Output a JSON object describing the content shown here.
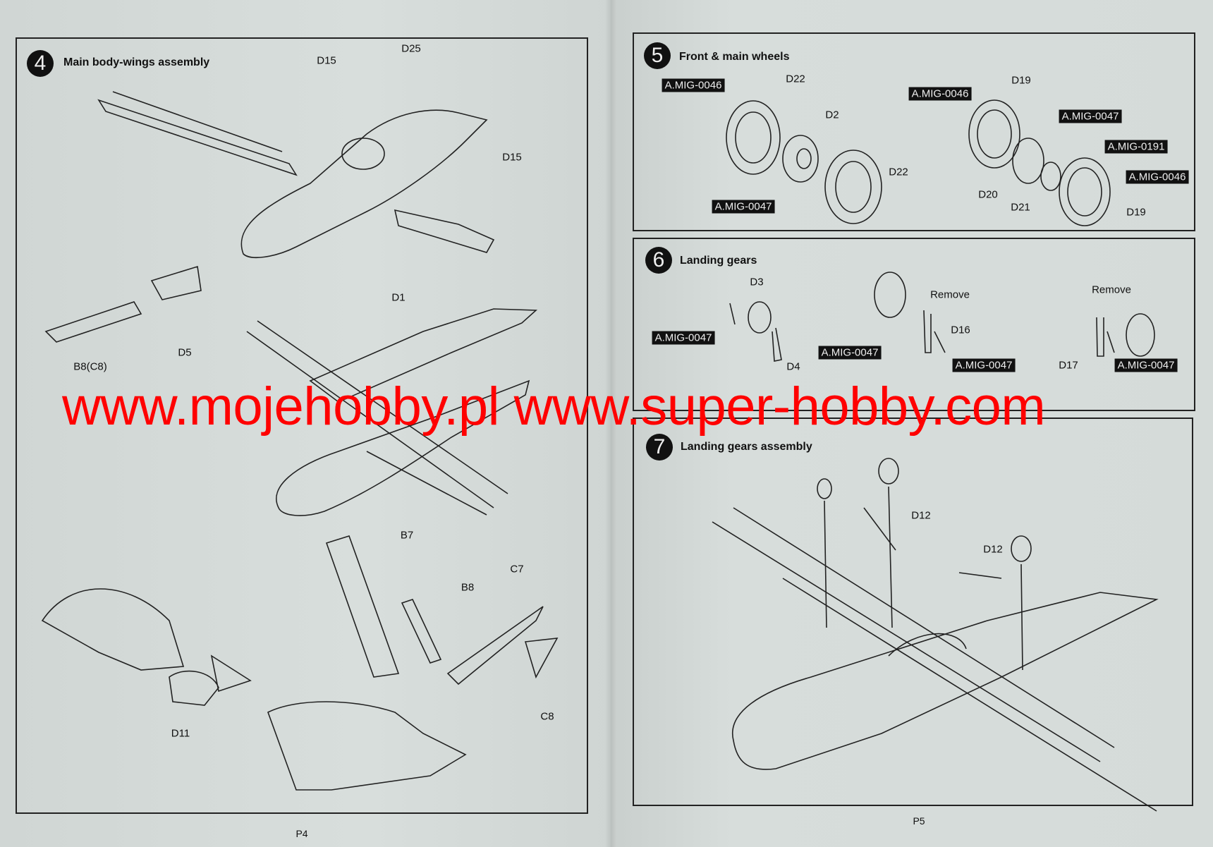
{
  "pages": {
    "left_number": "P4",
    "right_number": "P5"
  },
  "steps": [
    {
      "number": "4",
      "title": "Main body-wings assembly",
      "labels": [
        "D15",
        "D25",
        "D15",
        "D1",
        "D5",
        "B8(C8)",
        "B7",
        "B8",
        "C7",
        "C8",
        "D11"
      ]
    },
    {
      "number": "5",
      "title": "Front & main wheels",
      "labels": [
        "D22",
        "D2",
        "D19",
        "D22",
        "D20",
        "D21",
        "D19"
      ],
      "paint_codes": [
        "A.MIG-0046",
        "A.MIG-0046",
        "A.MIG-0047",
        "A.MIG-0191",
        "A.MIG-0046",
        "A.MIG-0047"
      ]
    },
    {
      "number": "6",
      "title": "Landing gears",
      "labels": [
        "D3",
        "D4",
        "Remove",
        "D16",
        "Remove",
        "D17"
      ],
      "paint_codes": [
        "A.MIG-0047",
        "A.MIG-0047",
        "A.MIG-0047",
        "A.MIG-0047"
      ]
    },
    {
      "number": "7",
      "title": "Landing gears assembly",
      "labels": [
        "D12",
        "D12"
      ]
    }
  ],
  "watermark": "www.mojehobby.pl www.super-hobby.com"
}
